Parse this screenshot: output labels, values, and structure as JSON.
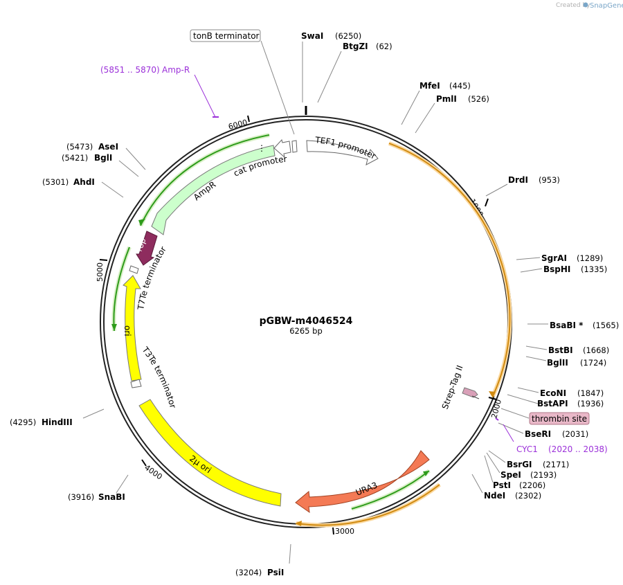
{
  "credit": {
    "prefix": "Created by",
    "brand": "SnapGene"
  },
  "plasmid": {
    "name": "pGBW-m4046524",
    "size_text": "6265 bp",
    "length": 6265
  },
  "colors": {
    "ring": "#222222",
    "primer": "#9b30d9",
    "yellow": "#ffff00",
    "salmon": "#f47a55",
    "mint": "#ccffcc",
    "rop": "#8e2c5e",
    "green": "#2d9b1a",
    "orange": "#f0a030"
  },
  "ticks": [
    "1000",
    "2000",
    "3000",
    "4000",
    "5000",
    "6000"
  ],
  "sites": [
    {
      "name": "SwaI",
      "pos": "(6250)"
    },
    {
      "name": "BtgZI",
      "pos": "(62)"
    },
    {
      "name": "MfeI",
      "pos": "(445)"
    },
    {
      "name": "PmlI",
      "pos": "(526)"
    },
    {
      "name": "DrdI",
      "pos": "(953)"
    },
    {
      "name": "SgrAI",
      "pos": "(1289)"
    },
    {
      "name": "BspHI",
      "pos": "(1335)"
    },
    {
      "name": "BsaBI *",
      "pos": "(1565)"
    },
    {
      "name": "BstBI",
      "pos": "(1668)"
    },
    {
      "name": "BglII",
      "pos": "(1724)"
    },
    {
      "name": "EcoNI",
      "pos": "(1847)"
    },
    {
      "name": "BstAPI",
      "pos": "(1936)"
    },
    {
      "name": "BseRI",
      "pos": "(2031)"
    },
    {
      "name": "BsrGI",
      "pos": "(2171)"
    },
    {
      "name": "SpeI",
      "pos": "(2193)"
    },
    {
      "name": "PstI",
      "pos": "(2206)"
    },
    {
      "name": "NdeI",
      "pos": "(2302)"
    },
    {
      "name": "PsiI",
      "pos": "(3204)"
    },
    {
      "name": "SnaBI",
      "pos": "(3916)"
    },
    {
      "name": "HindIII",
      "pos": "(4295)"
    },
    {
      "name": "AhdI",
      "pos": "(5301)"
    },
    {
      "name": "BglI",
      "pos": "(5421)"
    },
    {
      "name": "AseI",
      "pos": "(5473)"
    }
  ],
  "primers": [
    {
      "name": "Amp-R",
      "range": "(5851 .. 5870)"
    },
    {
      "name": "CYC1",
      "range": "(2020 .. 2038)"
    }
  ],
  "features": {
    "tonB": "tonB terminator",
    "thrombin": "thrombin site",
    "tef1": "TEF1 promoter",
    "cat": "cat promoter",
    "ampr": "AmpR",
    "rop": "rop",
    "t7te": "T7Te terminator",
    "ori": "ori",
    "t3te": "T3Te terminator",
    "two_mu": "2μ ori",
    "ura3": "URA3",
    "strep": "Strep-Tag II"
  }
}
